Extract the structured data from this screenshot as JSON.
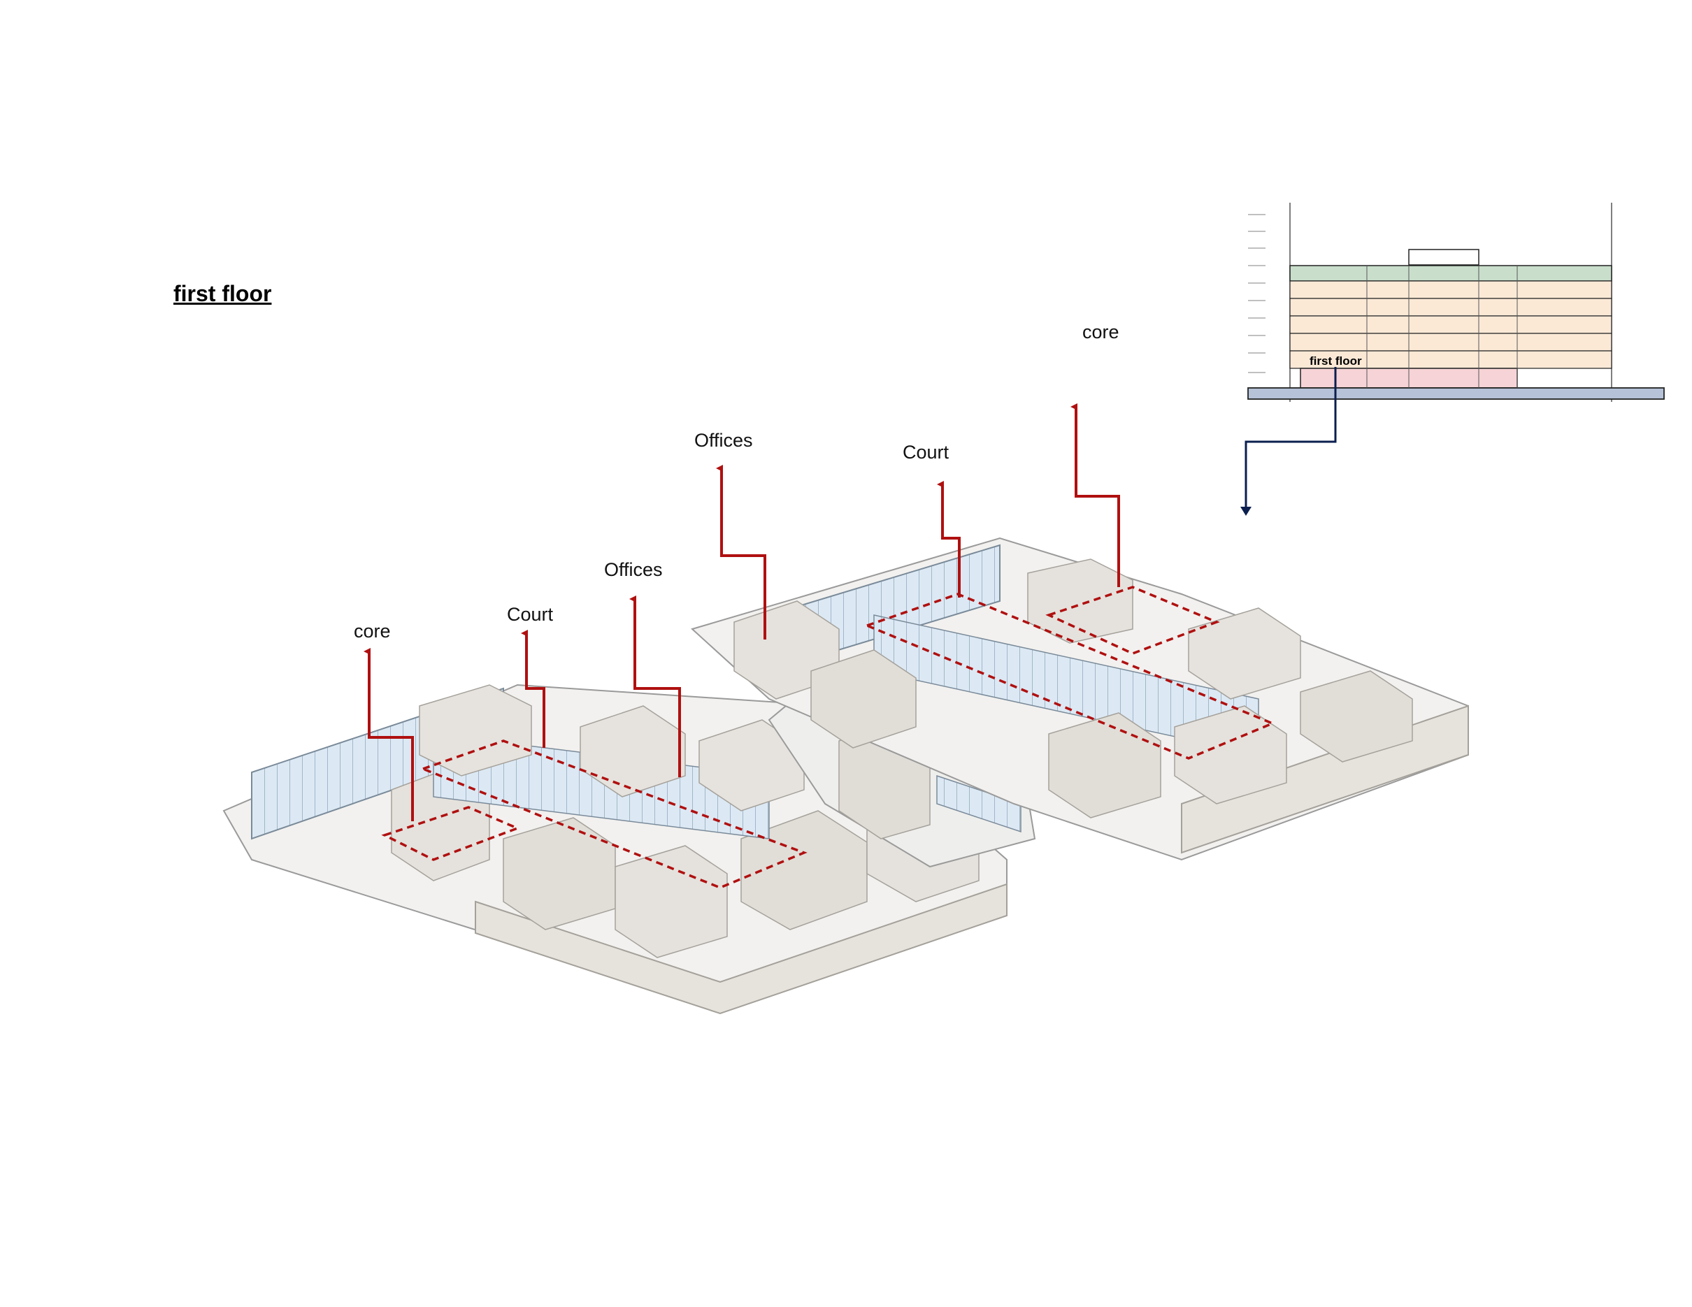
{
  "page_title": "first floor",
  "callouts": {
    "left_core": "core",
    "left_court": "Court",
    "left_offices": "Offices",
    "right_offices": "Offices",
    "right_court": "Court",
    "right_core": "core"
  },
  "section_inset": {
    "level_label": "first floor"
  },
  "colors": {
    "callout_arrow": "#b01010",
    "zone_outline": "#b01010",
    "inset_arrow": "#0b1f4f",
    "wall": "#e5e2dd",
    "wall_shadow": "#c9c5bf",
    "glass": "#dbe8f3",
    "section_green": "#c9dfcc",
    "section_cream": "#fbe9d6",
    "section_pink": "#f6d3d6",
    "section_blue": "#b6c2d8"
  }
}
